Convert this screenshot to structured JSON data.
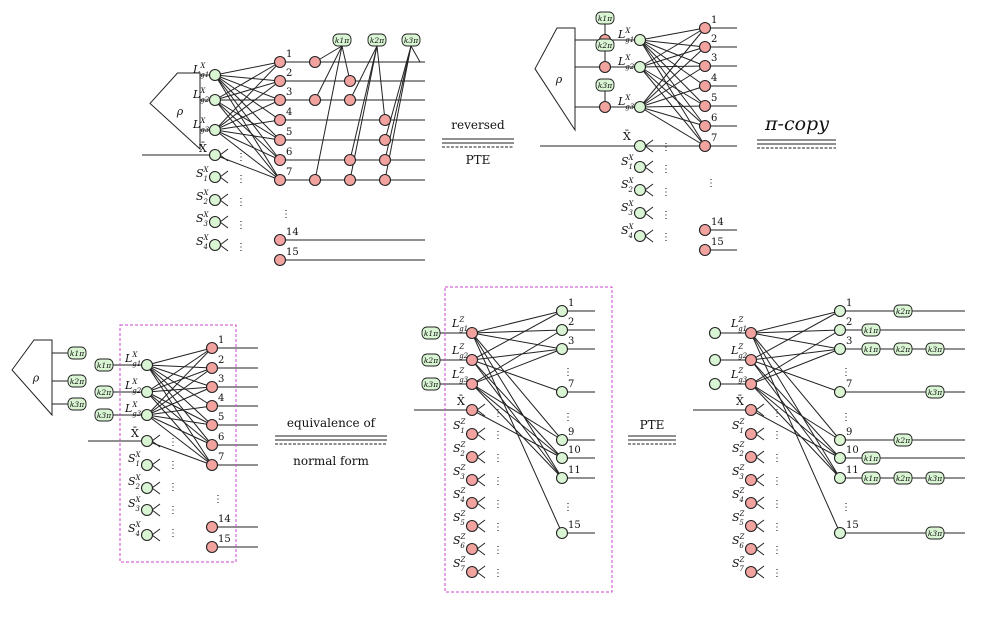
{
  "diagram": {
    "rho": "ρ",
    "lx": [
      "L_{g1}^X",
      "L_{g2}^X",
      "L_{g3}^X"
    ],
    "lz": [
      "L_{g1}^Z",
      "L_{g2}^Z",
      "L_{g3}^Z"
    ],
    "xbar": "X̄",
    "sx": [
      "S_1^X",
      "S_2^X",
      "S_3^X",
      "S_4^X"
    ],
    "sz": [
      "S_1^Z",
      "S_2^Z",
      "S_3^Z",
      "S_4^Z",
      "S_5^Z",
      "S_6^Z",
      "S_7^Z"
    ],
    "phases": [
      "k1π",
      "k2π",
      "k3π"
    ],
    "numbers_top": [
      "1",
      "2",
      "3",
      "4",
      "5",
      "6",
      "7",
      "14",
      "15"
    ],
    "numbers_bottom_right": [
      "1",
      "2",
      "3",
      "7",
      "9",
      "10",
      "11",
      "15"
    ],
    "eq_labels": {
      "reversed_pte_top": "reversed",
      "reversed_pte_bottom": "PTE",
      "pi_copy": "π-copy",
      "equiv_top": "equivalence of",
      "equiv_bottom": "normal form",
      "pte": "PTE"
    }
  }
}
